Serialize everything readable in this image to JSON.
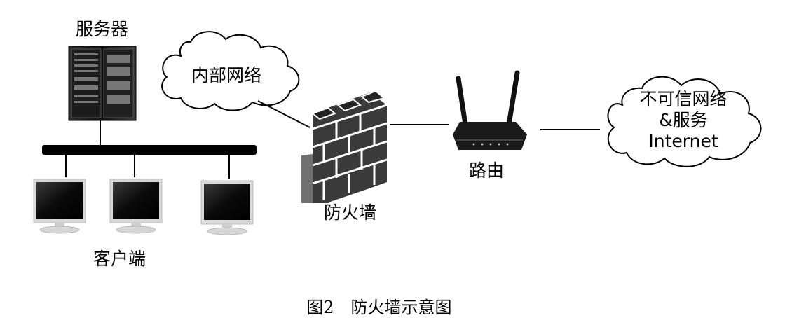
{
  "labels": {
    "server": "服务器",
    "internal_network": "内部网络",
    "clients": "客户端",
    "firewall": "防火墙",
    "router": "路由",
    "untrusted_line1": "不可信网络",
    "untrusted_line2": "&服务",
    "untrusted_line3": "Internet"
  },
  "caption": {
    "figure_number": "图2",
    "title": "防火墙示意图"
  },
  "colors": {
    "line": "#000000",
    "device_dark": "#1a1a1a",
    "brick": "#3a3a3a",
    "brick_light": "#5a5a5a",
    "monitor_frame": "#cfcfcf"
  },
  "icons": [
    "server-rack-icon",
    "monitor-icon",
    "firewall-brick-icon",
    "router-icon",
    "cloud-icon"
  ]
}
